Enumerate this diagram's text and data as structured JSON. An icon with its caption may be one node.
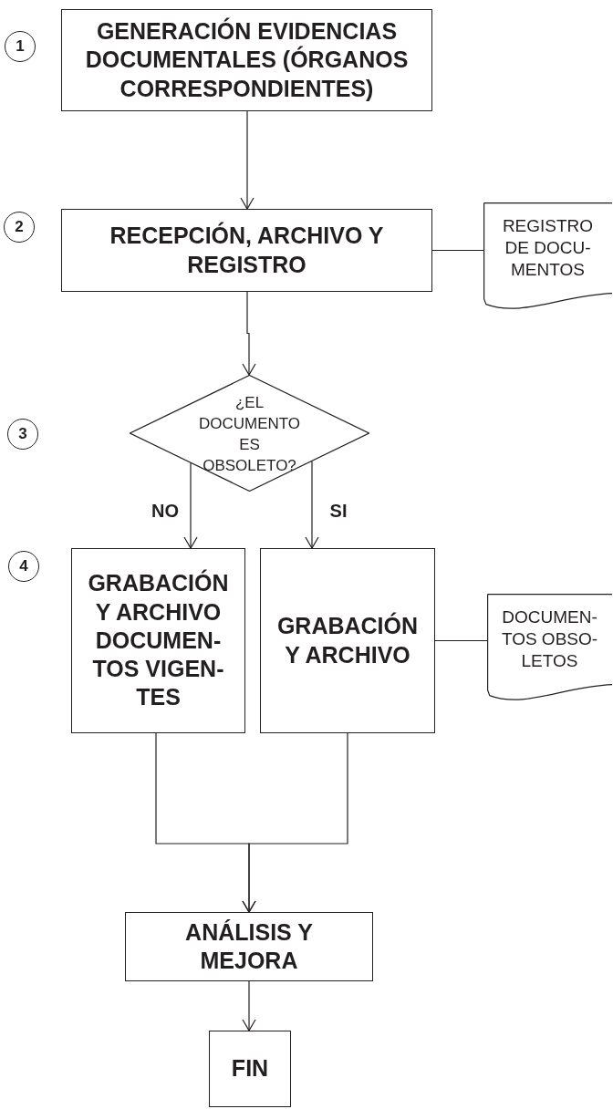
{
  "diagram": {
    "nodes": [
      {
        "text": [
          "1"
        ]
      },
      {
        "text": [
          "GENERACIÓN EVIDENCIAS DOCUMENTALES (ÓRGANOS CORRESPONDIENTES)"
        ]
      },
      {
        "text": [
          "2"
        ]
      },
      {
        "text": [
          "RECEPCIÓN, ARCHIVO Y REGISTRO"
        ]
      },
      {
        "text": [
          "REGISTRO DE DOCU-MENTOS"
        ]
      },
      {
        "text": [
          "3"
        ]
      },
      {
        "text": [
          "¿EL DOCUMENTO ES OBSOLETO?"
        ]
      },
      {
        "text": [
          "4"
        ]
      },
      {
        "text": [
          "GRABACIÓN Y ARCHIVO DOCUMEN-TOS VIGEN-TES"
        ]
      },
      {
        "text": [
          "GRABACIÓN Y ARCHIVO"
        ]
      },
      {
        "text": [
          "DOCUMEN-TOS OBSO-LETOS"
        ]
      },
      {
        "text": [
          "ANÁLISIS Y MEJORA"
        ]
      },
      {
        "text": [
          "FIN"
        ]
      }
    ],
    "edges": [
      {
        "from": 1,
        "to": 3,
        "arrow": "to"
      },
      {
        "from": 3,
        "to": 4,
        "arrow": "none"
      },
      {
        "from": 3,
        "to": 6,
        "arrow": "to"
      },
      {
        "from": 6,
        "to": 8,
        "arrow": "to",
        "label": "NO"
      },
      {
        "from": 6,
        "to": 9,
        "arrow": "to",
        "label": "SI"
      },
      {
        "from": 9,
        "to": 10,
        "arrow": "none"
      },
      {
        "from": 8,
        "to": 11,
        "arrow": "to"
      },
      {
        "from": 9,
        "to": 11,
        "arrow": "to"
      },
      {
        "from": 11,
        "to": 12,
        "arrow": "to"
      }
    ]
  }
}
